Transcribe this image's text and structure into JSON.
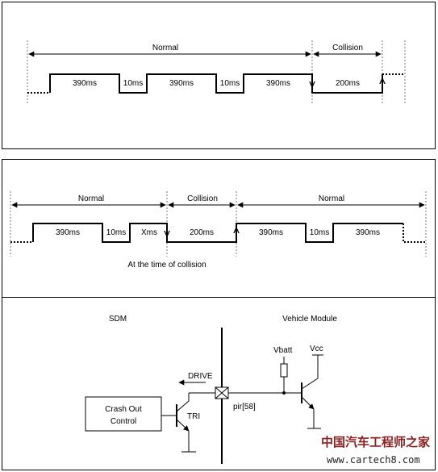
{
  "panel1": {
    "labels": {
      "normal": "Normal",
      "collision": "Collision"
    },
    "durations": [
      "390ms",
      "10ms",
      "390ms",
      "10ms",
      "390ms",
      "200ms"
    ]
  },
  "panel2": {
    "labels": {
      "normal1": "Normal",
      "collision": "Collision",
      "normal2": "Normal"
    },
    "durations": [
      "390ms",
      "10ms",
      "Xms",
      "200ms",
      "390ms",
      "10ms",
      "390ms"
    ],
    "note": "At the time of collision"
  },
  "panel3": {
    "sdm": "SDM",
    "vehicle_module": "Vehicle Module",
    "crash_out_line1": "Crash Out",
    "crash_out_line2": "Control",
    "drive": "DRIVE",
    "tri": "TRI",
    "pin": "pir[58]",
    "vbatt": "Vbatt",
    "vcc": "Vcc"
  },
  "watermark": {
    "cn": "中国汽车工程师之家",
    "url": "www.cartech8.com"
  }
}
